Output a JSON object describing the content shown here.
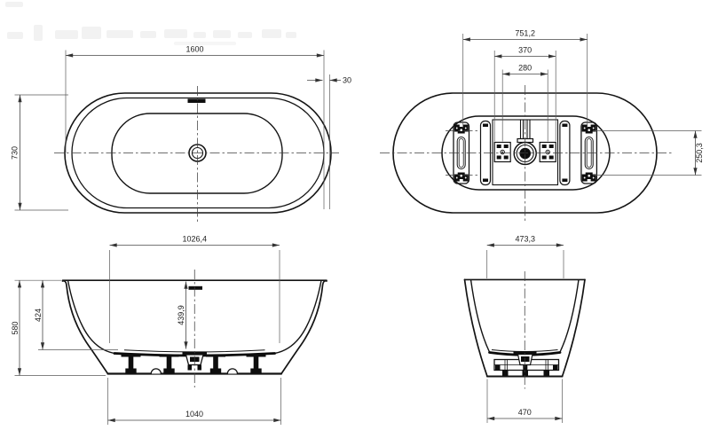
{
  "drawing": {
    "title": "Freestanding bathtub technical drawing",
    "background": "#ffffff",
    "line_color": "#141414",
    "views": {
      "plan": {
        "name": "plan-view",
        "dim_length": "1600",
        "dim_width": "730",
        "dim_rim": "30"
      },
      "bottom": {
        "name": "bottom-view",
        "dim_span": "751,2",
        "dim_outer": "370",
        "dim_inner": "280",
        "dim_vert": "250,3"
      },
      "front": {
        "name": "front-elevation",
        "dim_top": "1026,4",
        "dim_height": "580",
        "dim_wall": "424",
        "dim_depth": "439,9",
        "dim_base": "1040"
      },
      "end": {
        "name": "end-elevation",
        "dim_top": "473,3",
        "dim_base": "470"
      }
    }
  }
}
